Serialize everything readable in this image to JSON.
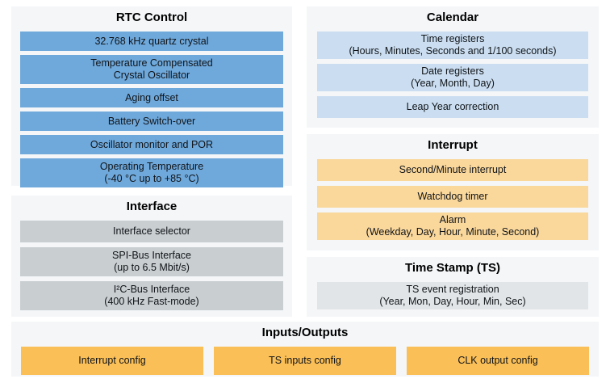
{
  "colors": {
    "panel_background": "#f4f6f8",
    "rtc_bar_blue": "#6fa9dc",
    "interface_bar_gray": "#c9ced1",
    "calendar_bar_light_blue": "#cbdef1",
    "interrupt_bar_light_orange": "#fad79b",
    "timestamp_bar_light_gray": "#e2e5e7",
    "io_bar_orange": "#fbbf57",
    "text": "#101418"
  },
  "panels": {
    "rtc_control": {
      "title": "RTC Control",
      "items": [
        {
          "label": "32.768 kHz quartz crystal"
        },
        {
          "label": "Temperature Compensated\nCrystal Oscillator"
        },
        {
          "label": "Aging offset"
        },
        {
          "label": "Battery Switch-over"
        },
        {
          "label": "Oscillator monitor and POR"
        },
        {
          "label": "Operating Temperature\n(-40 °C up to +85 °C)"
        }
      ]
    },
    "interface": {
      "title": "Interface",
      "items": [
        {
          "label": "Interface selector"
        },
        {
          "label": "SPI-Bus Interface\n(up to 6.5 Mbit/s)"
        },
        {
          "label": "I²C-Bus Interface\n(400 kHz Fast-mode)"
        }
      ]
    },
    "calendar": {
      "title": "Calendar",
      "items": [
        {
          "label": "Time registers\n(Hours, Minutes, Seconds and 1/100 seconds)"
        },
        {
          "label": "Date registers\n(Year, Month, Day)"
        },
        {
          "label": "Leap Year correction"
        }
      ]
    },
    "interrupt": {
      "title": "Interrupt",
      "items": [
        {
          "label": "Second/Minute interrupt"
        },
        {
          "label": "Watchdog timer"
        },
        {
          "label": "Alarm\n(Weekday, Day, Hour, Minute, Second)"
        }
      ]
    },
    "time_stamp": {
      "title": "Time Stamp (TS)",
      "items": [
        {
          "label": "TS event registration\n(Year, Mon, Day, Hour, Min, Sec)"
        }
      ]
    },
    "inputs_outputs": {
      "title": "Inputs/Outputs",
      "items": [
        {
          "label": "Interrupt config"
        },
        {
          "label": "TS inputs config"
        },
        {
          "label": "CLK output config"
        }
      ]
    }
  }
}
